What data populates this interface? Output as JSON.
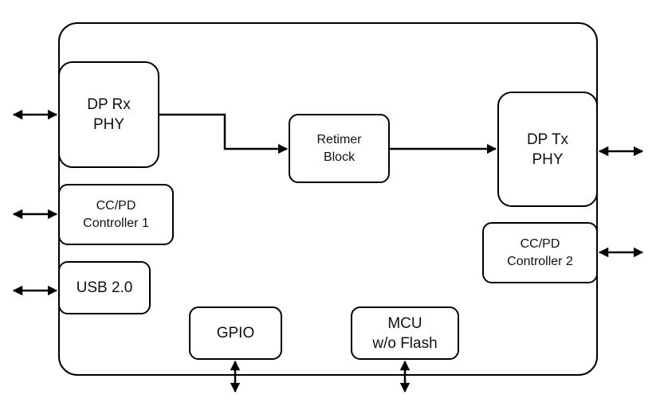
{
  "blocks": {
    "dp_rx": {
      "line1": "DP Rx",
      "line2": "PHY"
    },
    "dp_tx": {
      "line1": "DP Tx",
      "line2": "PHY"
    },
    "retimer": {
      "line1": "Retimer",
      "line2": "Block"
    },
    "ccpd1": {
      "line1": "CC/PD",
      "line2": "Controller 1"
    },
    "ccpd2": {
      "line1": "CC/PD",
      "line2": "Controller 2"
    },
    "usb": {
      "label": "USB 2.0"
    },
    "gpio": {
      "label": "GPIO"
    },
    "mcu": {
      "line1": "MCU",
      "line2": "w/o Flash"
    }
  },
  "connections": [
    {
      "from": "dp_rx",
      "to": "retimer",
      "type": "arrow"
    },
    {
      "from": "retimer",
      "to": "dp_tx",
      "type": "arrow"
    }
  ],
  "external_ports": [
    {
      "block": "dp_rx",
      "type": "bidirectional"
    },
    {
      "block": "ccpd1",
      "type": "bidirectional"
    },
    {
      "block": "usb",
      "type": "bidirectional"
    },
    {
      "block": "dp_tx",
      "type": "bidirectional"
    },
    {
      "block": "ccpd2",
      "type": "bidirectional"
    },
    {
      "block": "gpio",
      "type": "bidirectional"
    },
    {
      "block": "mcu",
      "type": "bidirectional"
    }
  ],
  "colors": {
    "stroke": "#000000",
    "fill": "#ffffff",
    "text": "#111111"
  }
}
